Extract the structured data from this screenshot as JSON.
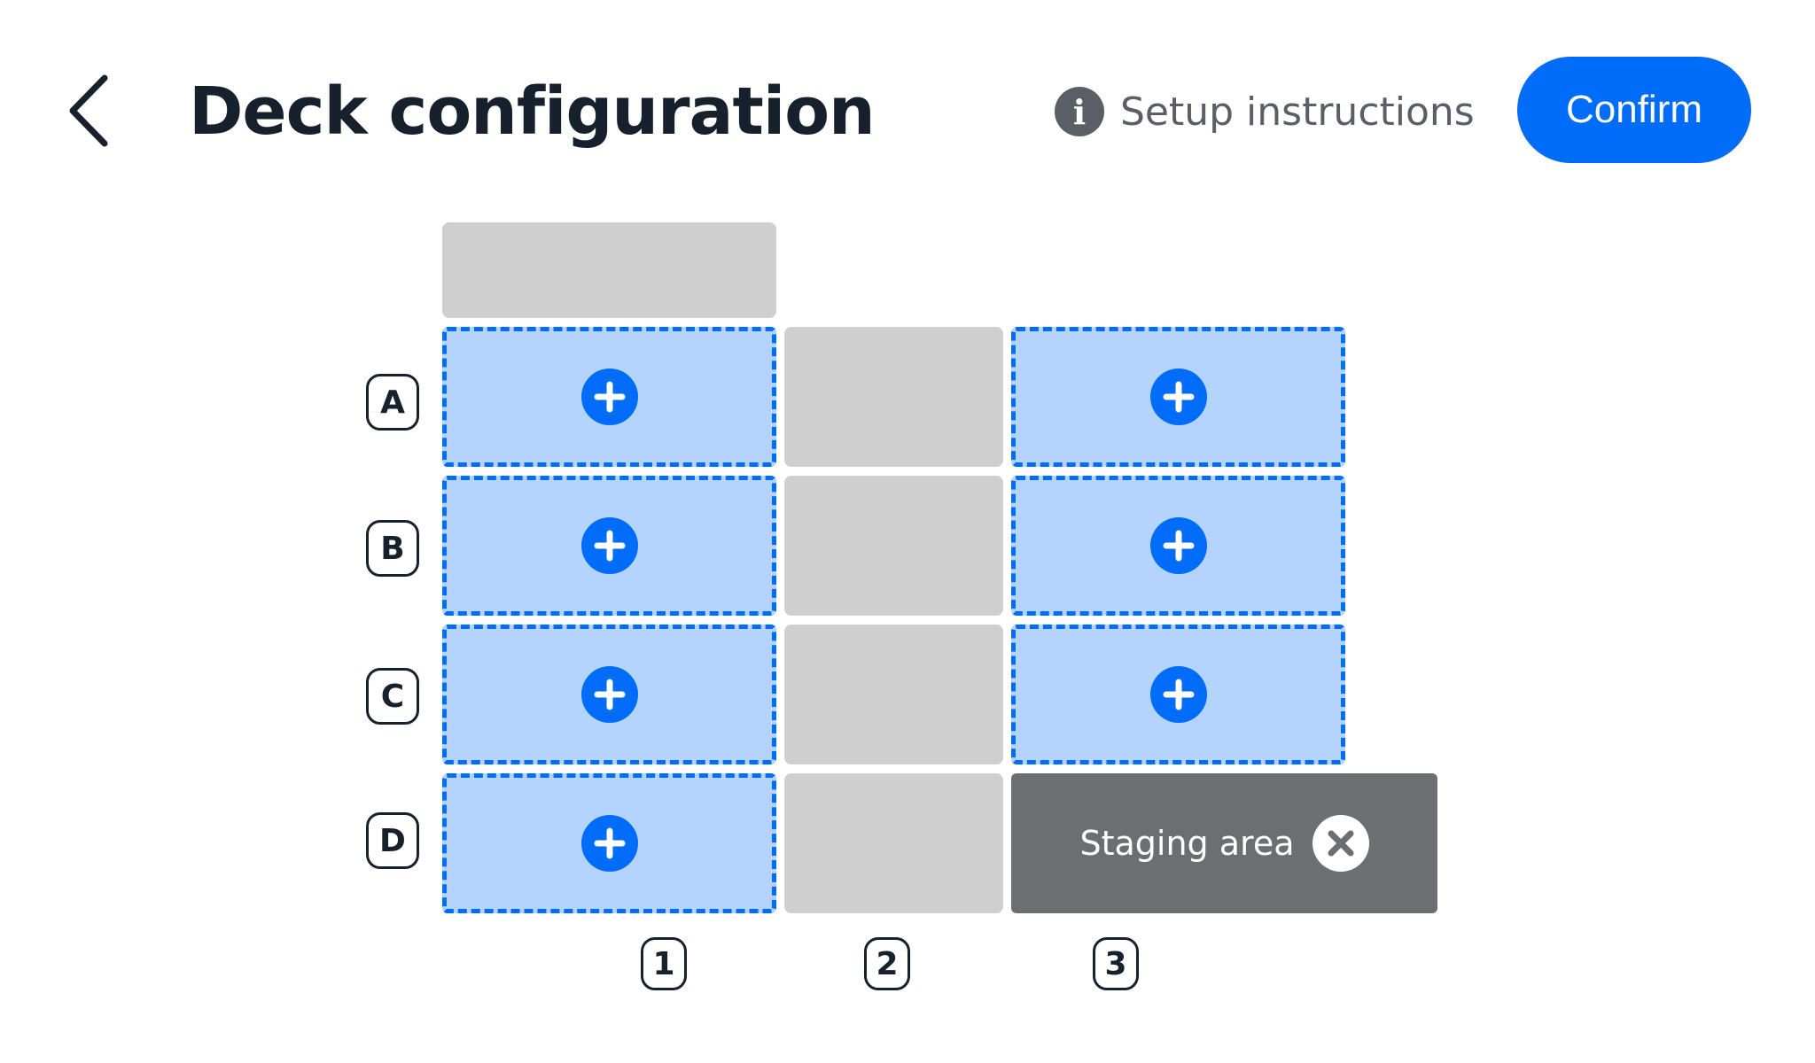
{
  "header": {
    "title": "Deck configuration",
    "setup_link_label": "Setup instructions",
    "confirm_label": "Confirm"
  },
  "deck": {
    "row_labels": [
      "A",
      "B",
      "C",
      "D"
    ],
    "column_labels": [
      "1",
      "2",
      "3"
    ],
    "staging_area_label": "Staging area"
  },
  "icons": {
    "back": "chevron-left-icon",
    "info": "info-icon",
    "add": "plus-icon",
    "remove": "close-icon"
  },
  "colors": {
    "accent": "#006cfa",
    "slot_add_fill": "#b4d4ff",
    "slot_fixed_fill": "#cfcfcf",
    "staging_fill": "#6d6e71",
    "text_primary": "#16212d",
    "text_secondary": "#5a5e66"
  }
}
